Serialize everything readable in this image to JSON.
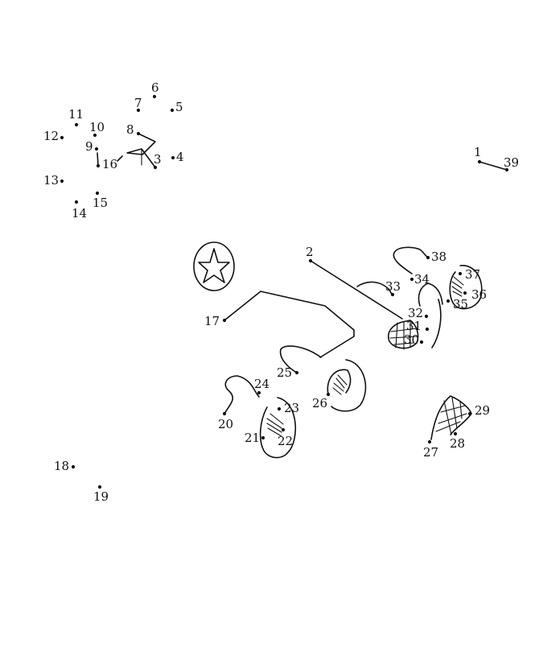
{
  "puzzle": {
    "type": "connect-the-dots",
    "dots": [
      {
        "n": "1"
      },
      {
        "n": "2"
      },
      {
        "n": "3"
      },
      {
        "n": "4"
      },
      {
        "n": "5"
      },
      {
        "n": "6"
      },
      {
        "n": "7"
      },
      {
        "n": "8"
      },
      {
        "n": "9"
      },
      {
        "n": "10"
      },
      {
        "n": "11"
      },
      {
        "n": "12"
      },
      {
        "n": "13"
      },
      {
        "n": "14"
      },
      {
        "n": "15"
      },
      {
        "n": "16"
      },
      {
        "n": "17"
      },
      {
        "n": "18"
      },
      {
        "n": "19"
      },
      {
        "n": "20"
      },
      {
        "n": "21"
      },
      {
        "n": "22"
      },
      {
        "n": "23"
      },
      {
        "n": "24"
      },
      {
        "n": "25"
      },
      {
        "n": "26"
      },
      {
        "n": "27"
      },
      {
        "n": "28"
      },
      {
        "n": "29"
      },
      {
        "n": "30"
      },
      {
        "n": "31"
      },
      {
        "n": "32"
      },
      {
        "n": "33"
      },
      {
        "n": "34"
      },
      {
        "n": "35"
      },
      {
        "n": "36"
      },
      {
        "n": "37"
      },
      {
        "n": "38"
      },
      {
        "n": "39"
      }
    ]
  },
  "colors": {
    "ink": "#111111",
    "paper": "#ffffff"
  }
}
